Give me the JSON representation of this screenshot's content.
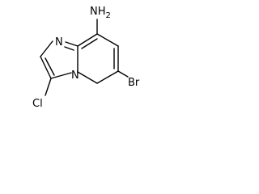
{
  "molecule": {
    "labels": {
      "amine": "NH2",
      "ring_nitrogen": "N",
      "bridgehead_nitrogen": "N",
      "bromine": "Br",
      "chlorine": "Cl"
    },
    "colors": {
      "bond": "#000000",
      "label": "#000000",
      "background": "#ffffff"
    }
  }
}
